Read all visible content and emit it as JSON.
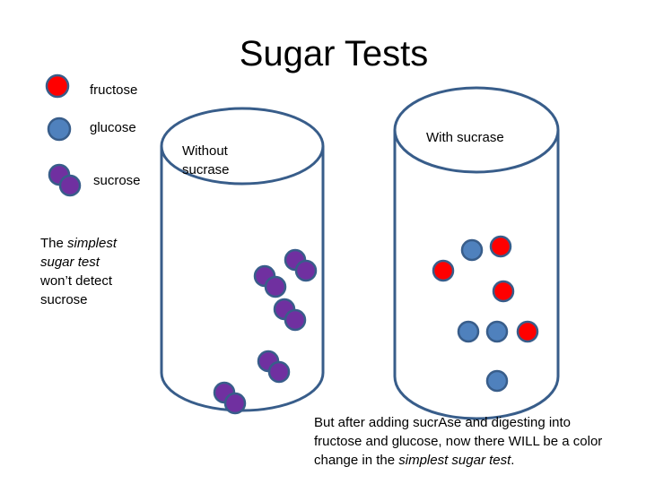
{
  "title": "Sugar Tests",
  "legend": [
    {
      "label": "fructose",
      "kind": "fructose"
    },
    {
      "label": "glucose",
      "kind": "glucose"
    },
    {
      "label": "sucrose",
      "kind": "sucrose"
    }
  ],
  "left_note": {
    "line1": "The ",
    "line1_em": "simplest",
    "line2_em": "sugar test",
    "line3": "won’t detect",
    "line4": "sucrose"
  },
  "cylinder_left_label": {
    "line1": "Without",
    "line2": "sucrase"
  },
  "cylinder_right_label": "With sucrase",
  "bottom_note": {
    "line1": "But after adding sucrAse and digesting into",
    "line2": "fructose and glucose, now there WILL be a color",
    "line3_pre": "change in the ",
    "line3_em": "simplest sugar test",
    "line3_post": "."
  },
  "colors": {
    "fructose": "#ff0000",
    "glucose": "#4f81bd",
    "sucrose": "#7030a0",
    "outline": "#385d8a"
  }
}
